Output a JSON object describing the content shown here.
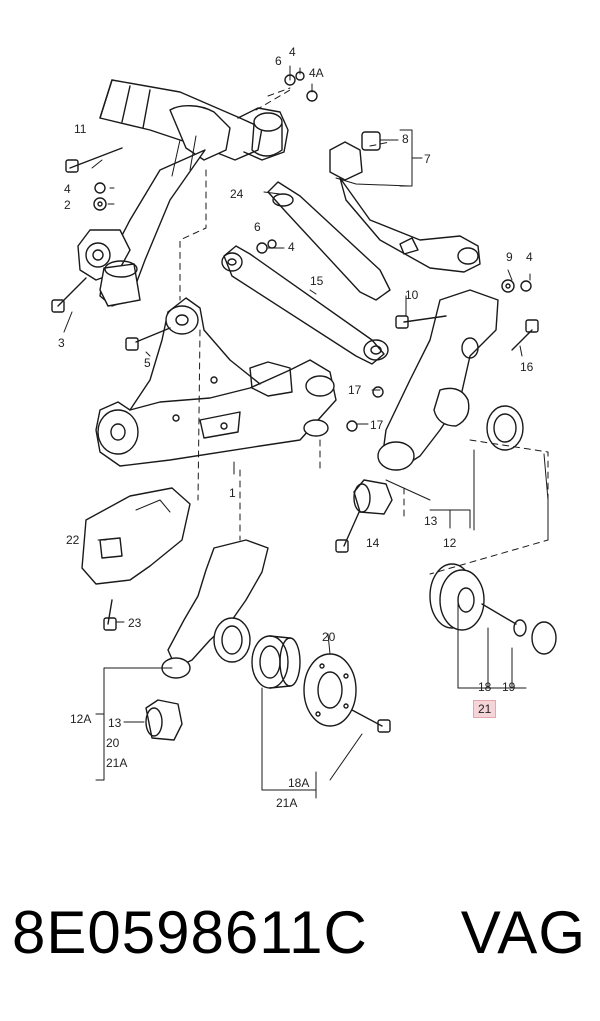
{
  "callouts": {
    "c6a": "6",
    "c4a": "4",
    "c4A": "4A",
    "c11": "11",
    "c4b": "4",
    "c2": "2",
    "c8": "8",
    "c7": "7",
    "c24": "24",
    "c6b": "6",
    "c4c": "4",
    "c15": "15",
    "c3": "3",
    "c5": "5",
    "c10": "10",
    "c9": "9",
    "c4d": "4",
    "c16": "16",
    "c17a": "17",
    "c17b": "17",
    "c1": "1",
    "c13a": "13",
    "c12": "12",
    "c14": "14",
    "c22": "22",
    "c23": "23",
    "c20a": "20",
    "c12A": "12A",
    "c13b": "13",
    "c20b": "20",
    "c21Aa": "21A",
    "c18A": "18A",
    "c21Ab": "21A",
    "c18": "18",
    "c19": "19",
    "c21": "21"
  },
  "footer": {
    "part_number": "8E0598611C",
    "brand": "VAG"
  },
  "highlight_color": "#f6d5d8"
}
